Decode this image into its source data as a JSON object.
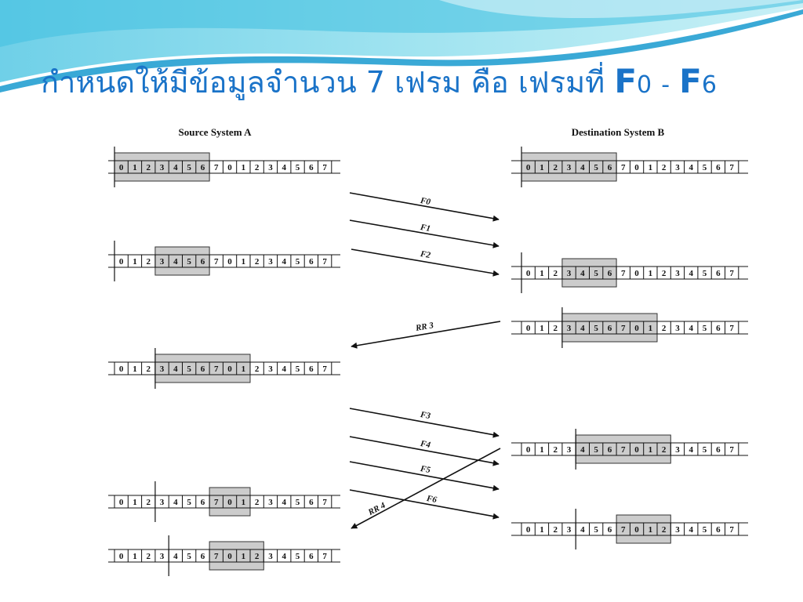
{
  "slide": {
    "title_thai": "กำหนดให้มีข้อมูลจำนวน 7 เฟรม คือ เฟรมที่",
    "title_f_start_letter": "F",
    "title_f_start_num": "0",
    "title_dash": "-",
    "title_f_end_letter": "F",
    "title_f_end_num": "6"
  },
  "diagram": {
    "source_title": "Source System A",
    "dest_title": "Destination System B",
    "sequence": [
      "0",
      "1",
      "2",
      "3",
      "4",
      "5",
      "6",
      "7",
      "0",
      "1",
      "2",
      "3",
      "4",
      "5",
      "6",
      "7"
    ],
    "window_color": "#cccccc",
    "source_rows": [
      {
        "window_start": 0,
        "window_len": 7,
        "marker_after": 0
      },
      {
        "window_start": 3,
        "window_len": 4,
        "marker_after": 0
      },
      {
        "window_start": 3,
        "window_len": 7,
        "marker_after": 3
      },
      {
        "window_start": 7,
        "window_len": 3,
        "marker_after": 3
      },
      {
        "window_start": 7,
        "window_len": 4,
        "marker_after": 4
      }
    ],
    "dest_rows": [
      {
        "window_start": 0,
        "window_len": 7,
        "marker_after": 0
      },
      {
        "window_start": 3,
        "window_len": 4,
        "marker_after": 0
      },
      {
        "window_start": 3,
        "window_len": 7,
        "marker_after": 3
      },
      {
        "window_start": 4,
        "window_len": 7,
        "marker_after": 4
      },
      {
        "window_start": 7,
        "window_len": 4,
        "marker_after": 4
      }
    ],
    "messages": [
      {
        "label": "F0",
        "direction": "to-dest"
      },
      {
        "label": "F1",
        "direction": "to-dest"
      },
      {
        "label": "F2",
        "direction": "to-dest"
      },
      {
        "label": "RR 3",
        "direction": "to-source"
      },
      {
        "label": "F3",
        "direction": "to-dest"
      },
      {
        "label": "F4",
        "direction": "to-dest"
      },
      {
        "label": "F5",
        "direction": "to-dest"
      },
      {
        "label": "F6",
        "direction": "to-dest"
      },
      {
        "label": "RR 4",
        "direction": "to-source"
      }
    ]
  }
}
